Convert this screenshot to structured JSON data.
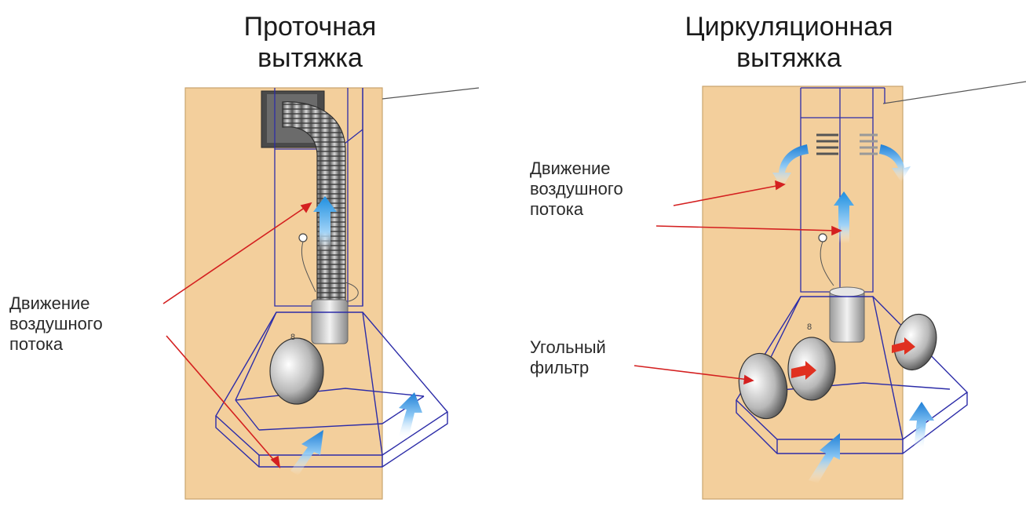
{
  "left_panel": {
    "title": "Проточная\nвытяжка",
    "airflow_label": "Движение\nвоздушного\nпотока"
  },
  "right_panel": {
    "title": "Циркуляционная\nвытяжка",
    "airflow_label": "Движение\nвоздушного\nпотока",
    "filter_label": "Угольный\nфильтр"
  },
  "colors": {
    "wall": "#f3cf9c",
    "wall_edge": "#c9a56f",
    "hood_outline": "#2c2ca8",
    "airflow_arrow": "#1e8fe0",
    "pointer_line": "#d42020",
    "filter_arrow": "#e03020"
  }
}
